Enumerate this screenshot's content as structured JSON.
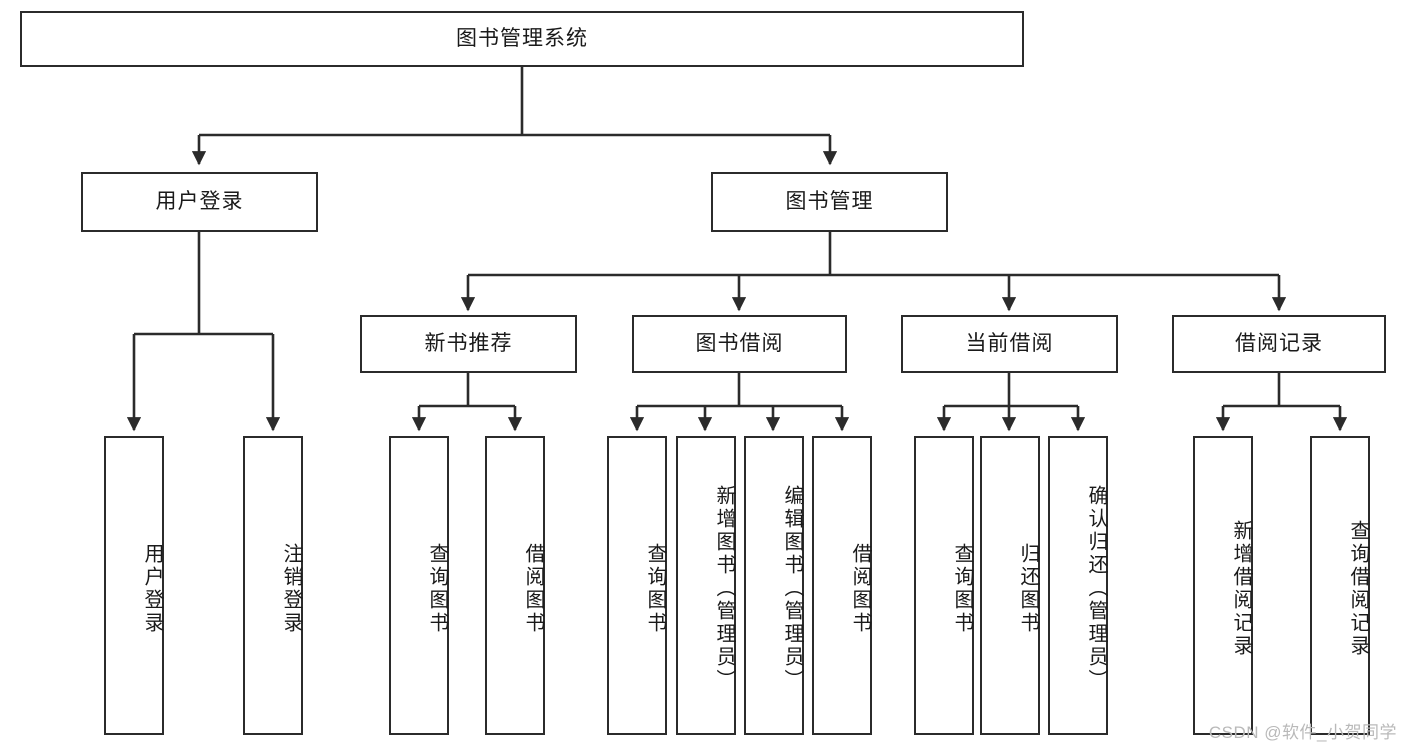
{
  "diagram": {
    "type": "tree-hierarchy-chart",
    "title": "图书管理系统",
    "stroke_color": "#2b2b2b",
    "background_color": "#ffffff",
    "text_color": "#1a1a1a"
  },
  "root": {
    "label": "图书管理系统"
  },
  "level2": [
    {
      "id": "user-login",
      "label": "用户登录"
    },
    {
      "id": "book-management",
      "label": "图书管理"
    }
  ],
  "level3": [
    {
      "id": "new-book-recommend",
      "label": "新书推荐"
    },
    {
      "id": "book-borrow",
      "label": "图书借阅"
    },
    {
      "id": "current-borrow",
      "label": "当前借阅"
    },
    {
      "id": "borrow-record",
      "label": "借阅记录"
    }
  ],
  "leaves": {
    "user_login": [
      {
        "id": "leaf-user-login",
        "label": "用户登录"
      },
      {
        "id": "leaf-logout-login",
        "label": "注销登录"
      }
    ],
    "new_book_recommend": [
      {
        "id": "leaf-query-book-1",
        "label": "查询图书"
      },
      {
        "id": "leaf-borrow-book-1",
        "label": "借阅图书"
      }
    ],
    "book_borrow": [
      {
        "id": "leaf-query-book-2",
        "label": "查询图书"
      },
      {
        "id": "leaf-add-book",
        "label": "新增图书（管理员）"
      },
      {
        "id": "leaf-edit-book",
        "label": "编辑图书（管理员）"
      },
      {
        "id": "leaf-borrow-book-2",
        "label": "借阅图书"
      }
    ],
    "current_borrow": [
      {
        "id": "leaf-query-book-3",
        "label": "查询图书"
      },
      {
        "id": "leaf-return-book",
        "label": "归还图书"
      },
      {
        "id": "leaf-confirm-return",
        "label": "确认归还（管理员）"
      }
    ],
    "borrow_record": [
      {
        "id": "leaf-add-borrow-record",
        "label": "新增借阅记录"
      },
      {
        "id": "leaf-query-borrow-record",
        "label": "查询借阅记录"
      }
    ]
  },
  "watermark": {
    "text": "CSDN @软件_小贺同学"
  }
}
